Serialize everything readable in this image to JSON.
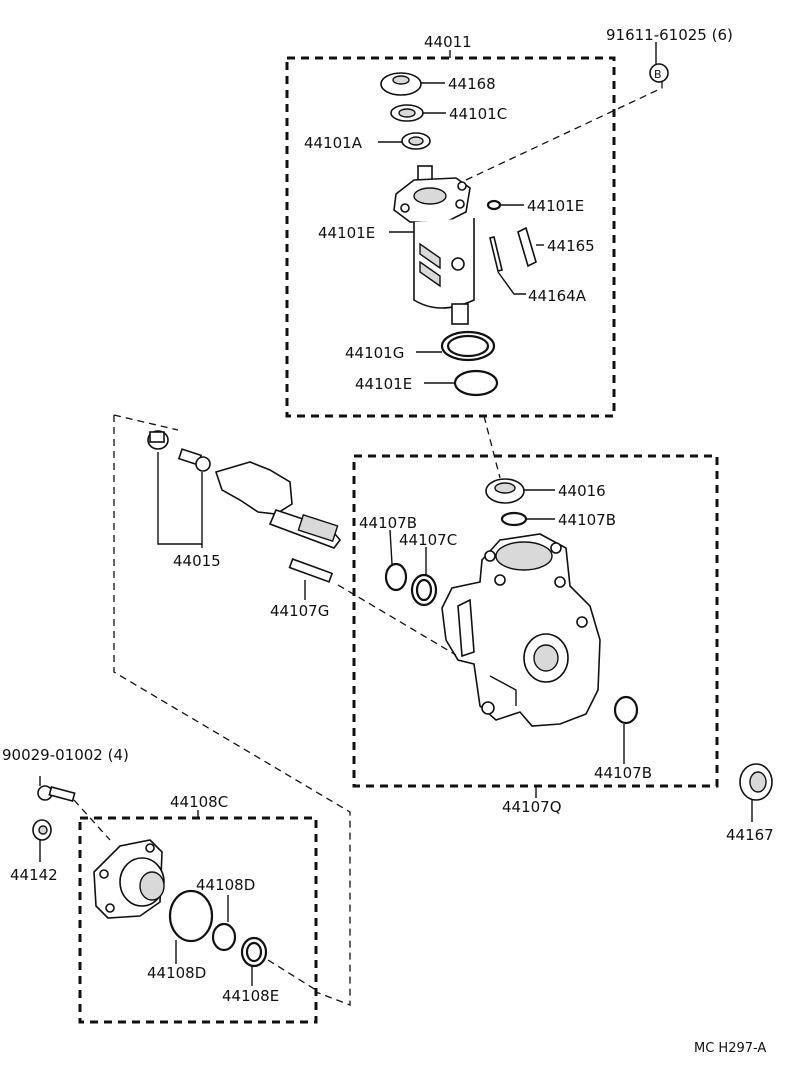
{
  "labels": {
    "l44011": "44011",
    "l91611": "91611-61025 (6)",
    "l44168": "44168",
    "l44101C": "44101C",
    "l44101A": "44101A",
    "l44101E_a": "44101E",
    "l44101E_b": "44101E",
    "l44165": "44165",
    "l44164A": "44164A",
    "l44101G": "44101G",
    "l44101E_c": "44101E",
    "l44016": "44016",
    "l44107B_a": "44107B",
    "l44107B_b": "44107B",
    "l44107C": "44107C",
    "l44015": "44015",
    "l44107G": "44107G",
    "l44107B_c": "44107B",
    "l44107Q": "44107Q",
    "l44167": "44167",
    "l90029": "90029-01002 (4)",
    "l44108C": "44108C",
    "l44142": "44142",
    "l44108D_a": "44108D",
    "l44108D_b": "44108D",
    "l44108E": "44108E",
    "ref": "MC H297-A",
    "badge": "B"
  }
}
